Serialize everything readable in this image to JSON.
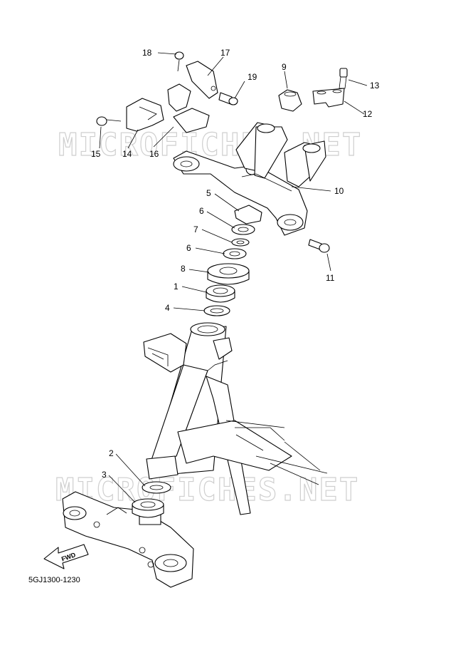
{
  "diagram": {
    "reference_code": "5GJ1300-1230",
    "watermark_text": "MICROFICHES.NET",
    "fwd_label": "FWD",
    "callouts": [
      {
        "id": "c1",
        "label": "1"
      },
      {
        "id": "c2",
        "label": "2"
      },
      {
        "id": "c3",
        "label": "3"
      },
      {
        "id": "c4",
        "label": "4"
      },
      {
        "id": "c5",
        "label": "5"
      },
      {
        "id": "c6a",
        "label": "6"
      },
      {
        "id": "c6b",
        "label": "6"
      },
      {
        "id": "c7",
        "label": "7"
      },
      {
        "id": "c8",
        "label": "8"
      },
      {
        "id": "c9",
        "label": "9"
      },
      {
        "id": "c10",
        "label": "10"
      },
      {
        "id": "c11",
        "label": "11"
      },
      {
        "id": "c12",
        "label": "12"
      },
      {
        "id": "c13",
        "label": "13"
      },
      {
        "id": "c14",
        "label": "14"
      },
      {
        "id": "c15",
        "label": "15"
      },
      {
        "id": "c16",
        "label": "16"
      },
      {
        "id": "c17",
        "label": "17"
      },
      {
        "id": "c18",
        "label": "18"
      },
      {
        "id": "c19",
        "label": "19"
      }
    ]
  }
}
